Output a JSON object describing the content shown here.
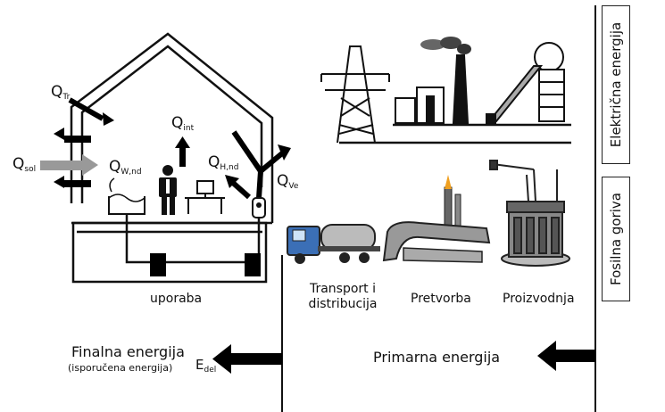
{
  "building": {
    "q_tr": {
      "main": "Q",
      "sub": "Tr"
    },
    "q_sol": {
      "main": "Q",
      "sub": "sol"
    },
    "q_int": {
      "main": "Q",
      "sub": "int"
    },
    "q_wnd": {
      "main": "Q",
      "sub": "W,nd"
    },
    "q_hnd": {
      "main": "Q",
      "sub": "H,nd"
    },
    "q_ve": {
      "main": "Q",
      "sub": "Ve"
    },
    "label": "uporaba"
  },
  "chain": {
    "transport": "Transport i",
    "transport_line2": "distribucija",
    "conversion": "Pretvorba",
    "production": "Proizvodnja"
  },
  "side_labels": {
    "electric": "Električna energija",
    "fossil": "Fosilna goriva"
  },
  "bottom": {
    "final_energy": "Finalna energija",
    "delivered": "(isporučena energija)",
    "e_del": {
      "main": "E",
      "sub": "del"
    },
    "primary_energy": "Primarna energija"
  }
}
